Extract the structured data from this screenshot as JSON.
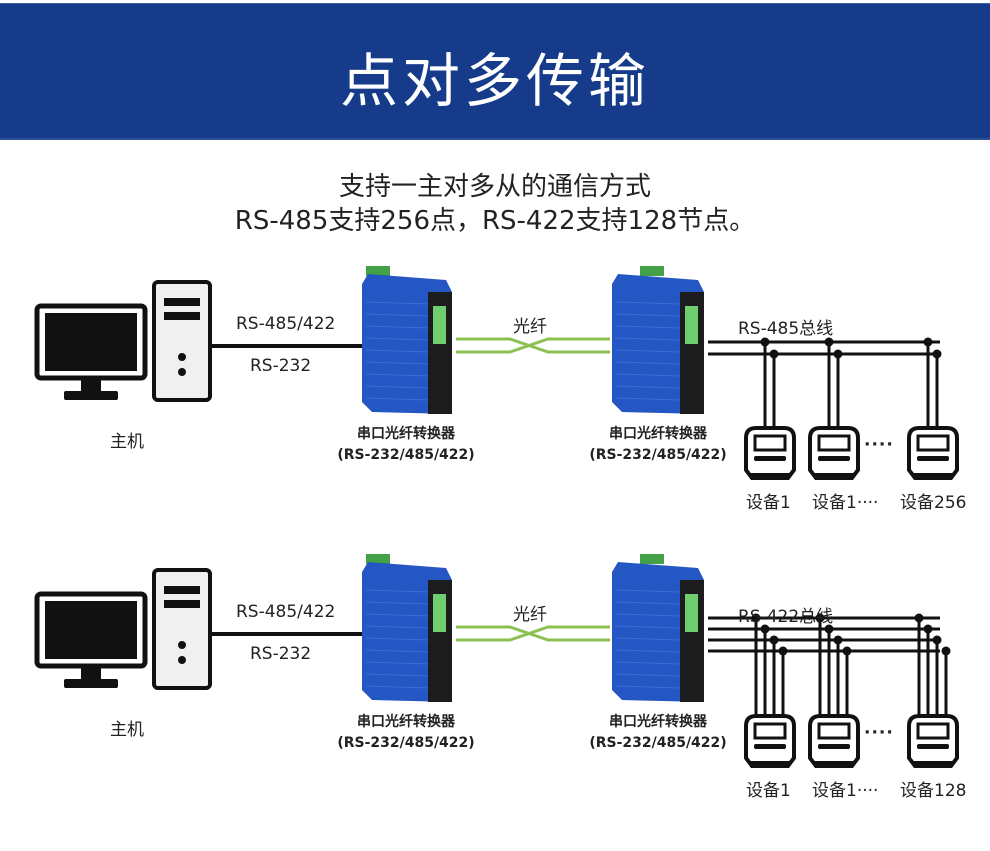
{
  "banner": {
    "title": "点对多传输",
    "background_color": "#153b8a"
  },
  "subtitle": {
    "line1": "支持一主对多从的通信方式",
    "line2": "RS-485支持256点，RS-422支持128节点。"
  },
  "diagrams": [
    {
      "host_label": "主机",
      "link_label_top": "RS-485/422",
      "link_label_bottom": "RS-232",
      "fiber_label": "光纤",
      "converter_left": {
        "name": "串口光纤转换器",
        "model": "(RS-232/485/422)"
      },
      "converter_right": {
        "name": "串口光纤转换器",
        "model": "(RS-232/485/422)"
      },
      "bus_label": "RS-485总线",
      "bus_wires": 2,
      "devices": [
        {
          "label": "设备1"
        },
        {
          "label": "设备1····"
        },
        {
          "label": "设备256"
        }
      ],
      "ellipsis": "····"
    },
    {
      "host_label": "主机",
      "link_label_top": "RS-485/422",
      "link_label_bottom": "RS-232",
      "fiber_label": "光纤",
      "converter_left": {
        "name": "串口光纤转换器",
        "model": "(RS-232/485/422)"
      },
      "converter_right": {
        "name": "串口光纤转换器",
        "model": "(RS-232/485/422)"
      },
      "bus_label": "RS-422总线",
      "bus_wires": 4,
      "devices": [
        {
          "label": "设备1"
        },
        {
          "label": "设备1····"
        },
        {
          "label": "设备128"
        }
      ],
      "ellipsis": "····"
    }
  ],
  "colors": {
    "fiber": "#8cc152",
    "device_blue": "#2a5bc7",
    "terminal_green": "#4caf50"
  }
}
